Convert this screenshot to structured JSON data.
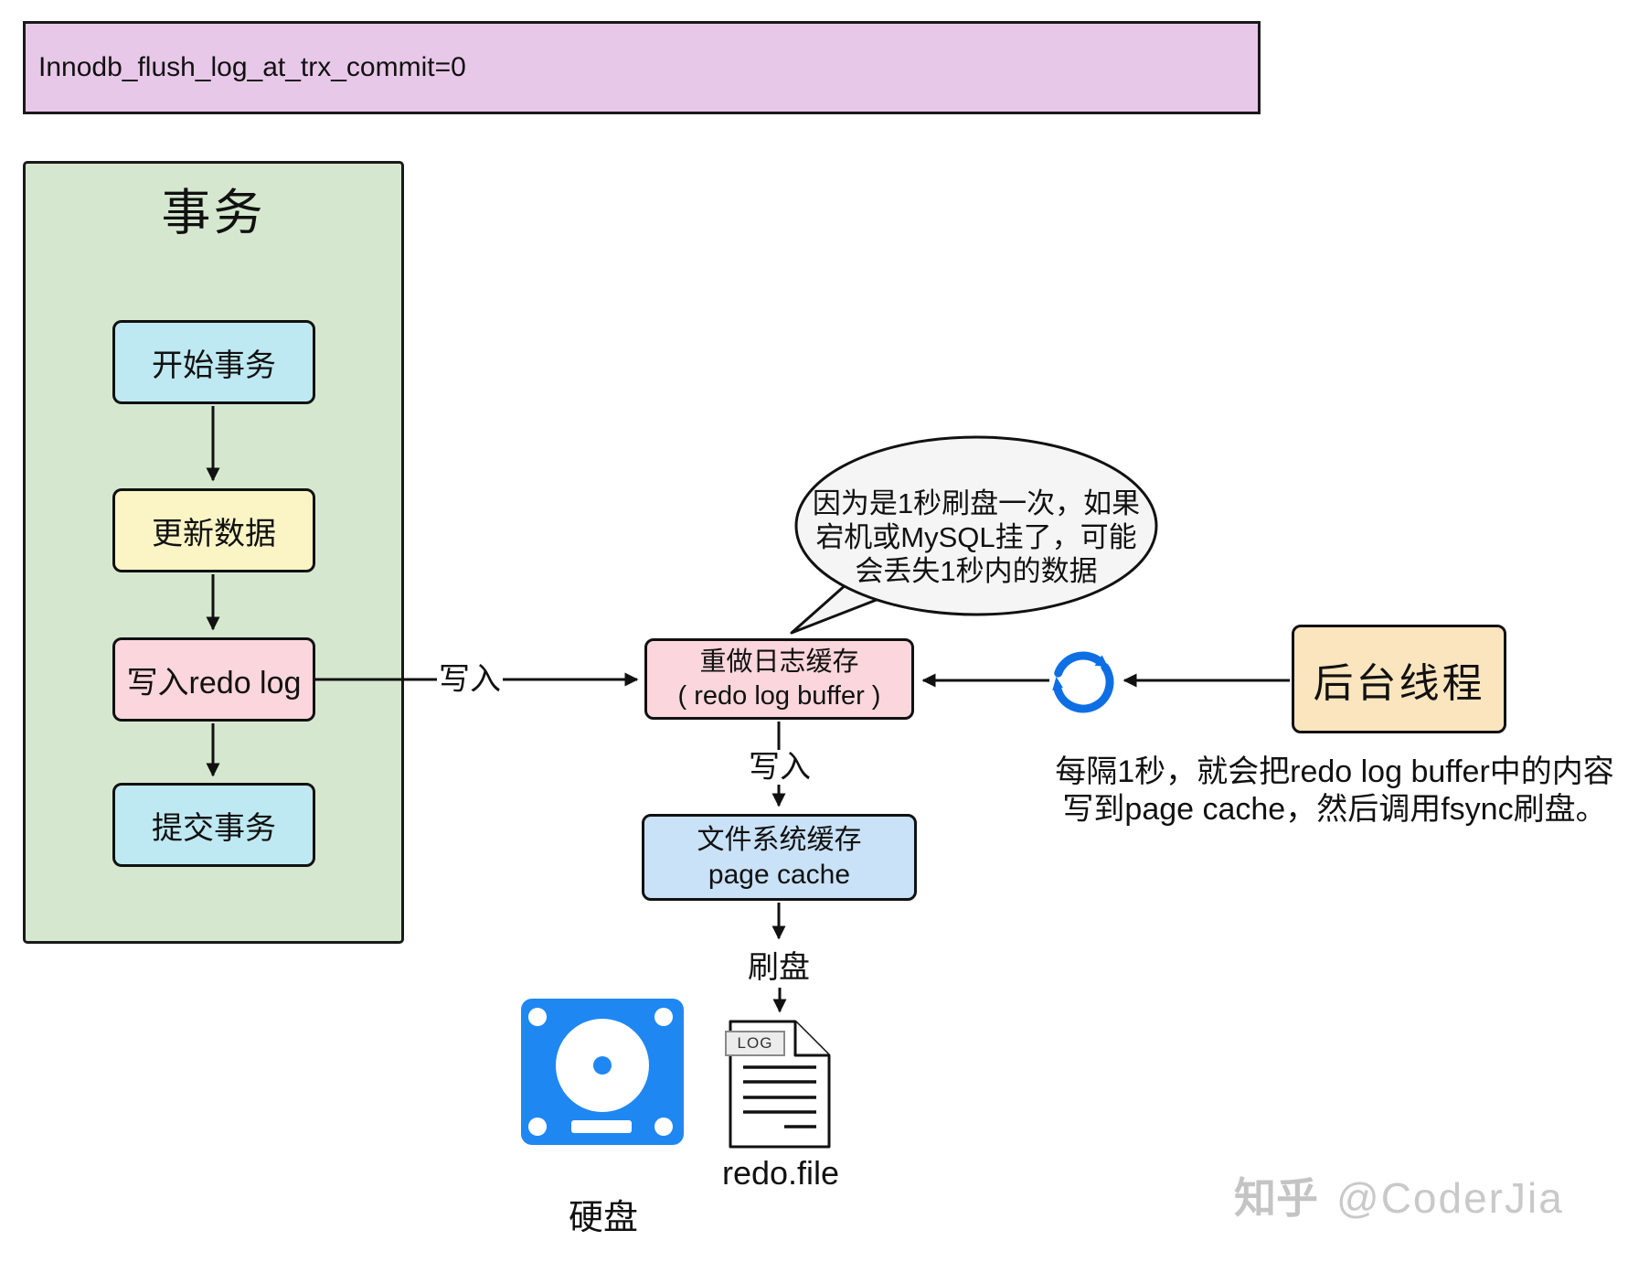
{
  "banner": {
    "text": "Innodb_flush_log_at_trx_commit=0"
  },
  "transaction_panel": {
    "title": "事务",
    "steps": [
      {
        "label": "开始事务"
      },
      {
        "label": "更新数据"
      },
      {
        "label": "写入redo log"
      },
      {
        "label": "提交事务"
      }
    ]
  },
  "labels": {
    "write_left": "写入",
    "write_down": "写入",
    "flush": "刷盘"
  },
  "buffer_box": {
    "line1": "重做日志缓存",
    "line2": "( redo log buffer )"
  },
  "page_cache_box": {
    "line1": "文件系统缓存",
    "line2": "page cache"
  },
  "background_thread_box": {
    "label": "后台线程"
  },
  "bubble": {
    "line1": "因为是1秒刷盘一次，如果",
    "line2": "宕机或MySQL挂了，可能",
    "line3": "会丢失1秒内的数据"
  },
  "note": {
    "line1": "每隔1秒，就会把redo log buffer中的内容",
    "line2": "写到page cache，然后调用fsync刷盘。"
  },
  "disk": {
    "label": "硬盘"
  },
  "log_file": {
    "tab": "LOG",
    "label": "redo.file"
  },
  "watermark": {
    "brand": "知乎",
    "handle": "@CoderJia"
  },
  "icons": {
    "sync": "sync-refresh-icon",
    "disk": "hard-disk-icon",
    "log_file": "log-file-icon"
  },
  "colors": {
    "banner_bg": "#E8C8E8",
    "panel_bg": "#D5E8CF",
    "step_cyan": "#BEE9F2",
    "step_yellow": "#FBF5C6",
    "step_pink": "#FBD6DC",
    "page_cache_blue": "#C9E2F8",
    "thread_orange": "#FAE5BE",
    "bubble_gray": "#F5F5F5",
    "sync_blue": "#0E6FE4",
    "disk_blue": "#1F87F2",
    "watermark_gray": "#C4C4C4"
  }
}
